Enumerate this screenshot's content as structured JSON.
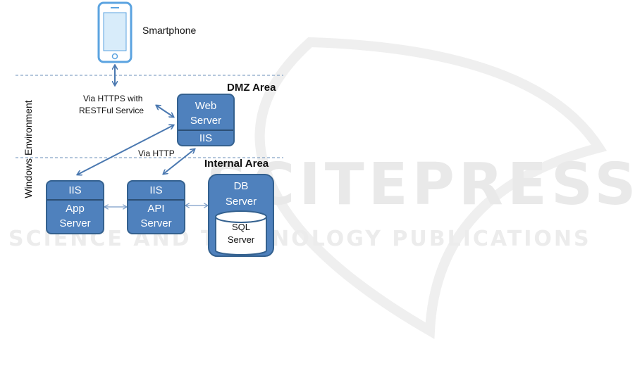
{
  "labels": {
    "smartphone": "Smartphone",
    "via_https_line1": "Via HTTPS with",
    "via_https_line2": "RESTFul Service",
    "dmz_area": "DMZ Area",
    "internal_area": "Internal Area",
    "via_http": "Via HTTP",
    "windows_environment": "Windows Environment"
  },
  "nodes": {
    "web_server": {
      "line1": "Web",
      "line2": "Server",
      "sub": "IIS"
    },
    "app_server": {
      "top": "IIS",
      "line1": "App",
      "line2": "Server"
    },
    "api_server": {
      "top": "IIS",
      "line1": "API",
      "line2": "Server"
    },
    "db_server": {
      "line1": "DB",
      "line2": "Server",
      "cyl_line1": "SQL",
      "cyl_line2": "Server"
    }
  },
  "watermark": {
    "big": "SCITEPRESS",
    "small": "SCIENCE AND TECHNOLOGY PUBLICATIONS"
  },
  "colors": {
    "node_fill": "#4f81bd",
    "node_border": "#34618f",
    "connector": "#4a78b0",
    "divider": "#6a8fb8"
  }
}
